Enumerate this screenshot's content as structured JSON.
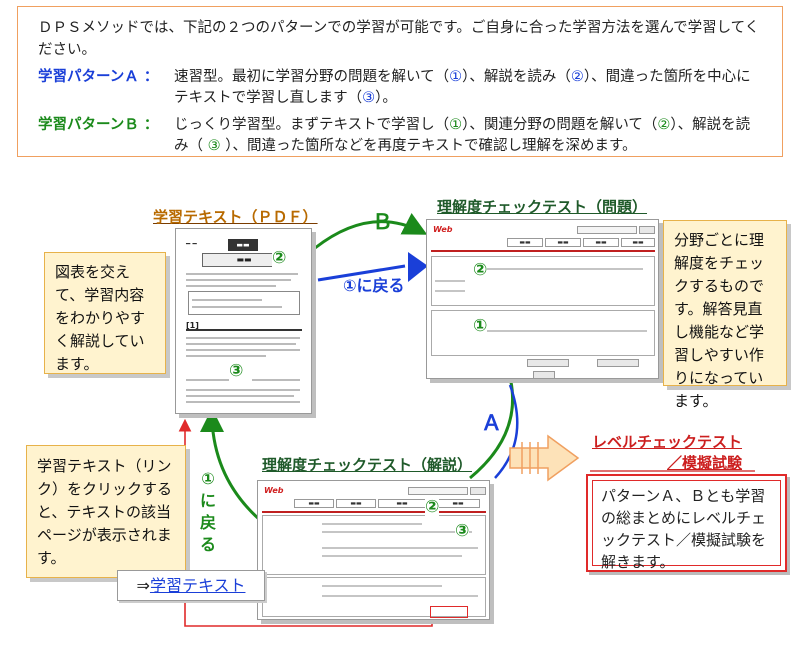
{
  "intro": {
    "text": "ＤＰＳメソッドでは、下記の２つのパターンでの学習が可能です。ご自身に合った学習方法を選んで学習してください。",
    "pattern_a": {
      "label": "学習パターンＡ ：",
      "desc_1": "速習型。最初に学習分野の問題を解いて（",
      "num_1": "①",
      "desc_2": "）、解説を読み（",
      "num_2": "②",
      "desc_3": "）、間違った箇所を中心にテキストで学習し直します（",
      "num_3": "③",
      "desc_4": "）。"
    },
    "pattern_b": {
      "label": "学習パターンＢ ：",
      "desc_1": "じっくり学習型。まずテキストで学習し（",
      "num_1": "①",
      "desc_2": "）、関連分野の問題を解いて（",
      "num_2": "②",
      "desc_3": "）、解説を読み（ ",
      "num_3": "③",
      "desc_4": " ）、間違った箇所などを再度テキストで確認し理解を深めます。"
    }
  },
  "sections": {
    "text_pdf_title": "学習テキスト（ＰＤＦ）",
    "quiz_title": "理解度チェックテスト（問題）",
    "answer_title": "理解度チェックテスト（解説）",
    "level_title_1": "レベルチェックテスト",
    "level_title_2": "／模擬試験"
  },
  "notes": {
    "figures": "図表を交えて、学習内容をわかりやすく解説しています。",
    "check": "分野ごとに理解度をチェックするものです。解答見直し機能など学習しやすい作りになっています。",
    "link": "学習テキスト（リンク）をクリックすると、テキストの該当ページが表示されます。",
    "level": "パターンＡ、Ｂとも学習の総まとめにレベルチェックテスト／模擬試験を解きます。"
  },
  "link_button": {
    "arrow": "⇒",
    "label": "学習テキスト"
  },
  "flow": {
    "label_b": "Ｂ",
    "label_a": "Ａ",
    "return_blue": "①に戻る",
    "return_green_num": "①",
    "return_green_1": "に",
    "return_green_2": "戻",
    "return_green_3": "る",
    "step_1": "①",
    "step_2": "②",
    "step_3": "③"
  },
  "colors": {
    "pattern_a": "#1a3fd8",
    "pattern_b": "#1b8a1b",
    "accent_red": "#e02a2a",
    "note_fill": "#fff3cf",
    "intro_border": "#f0a060"
  }
}
